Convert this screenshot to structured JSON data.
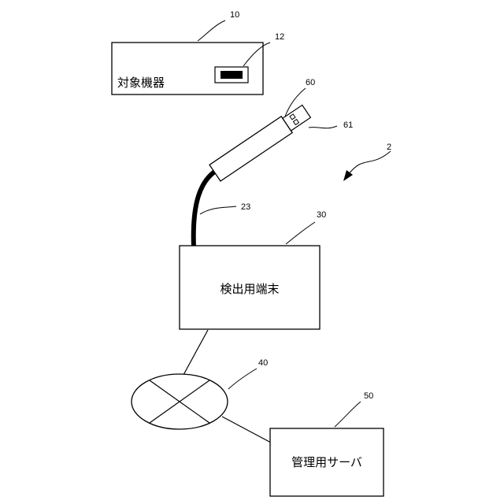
{
  "target_device": {
    "ref": "10",
    "label": "対象機器",
    "port_ref": "12"
  },
  "usb_device": {
    "ref": "60",
    "connector_ref": "61"
  },
  "system": {
    "ref": "2"
  },
  "cable": {
    "ref": "23"
  },
  "detection_terminal": {
    "ref": "30",
    "label": "検出用端末"
  },
  "network": {
    "ref": "40"
  },
  "management_server": {
    "ref": "50",
    "label": "管理用サーバ"
  }
}
